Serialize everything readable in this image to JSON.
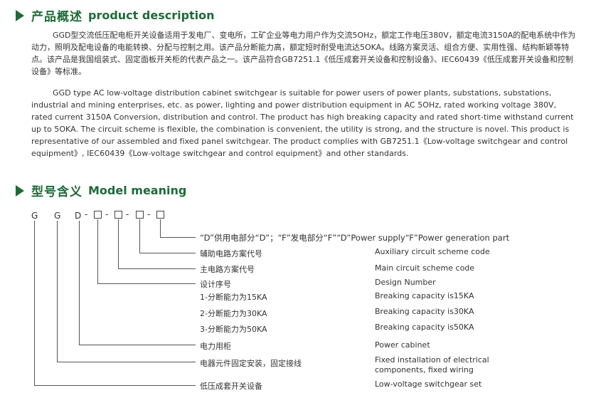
{
  "section1": {
    "title_zh": "产品概述",
    "title_en": "product description",
    "para_zh": "GGD型交流低压配电柜开关设备适用于发电厂、变电所，工矿企业等电力用户作为交流5OHz，额定工作电压380V，额定电流3150A的配电系统中作为动力，照明及配电设备的电能转换、分配与控制之用。该产品分断能力高，额定短时耐受电流达5OKA。线路方案灵活、组合方便、实用性强、结构新颖等特点。该产品是我国组装式、固定面板开关柜的代表产品之一。该产品符合GB7251.1《低压成套开关设备和控制设备》、IEC60439《低压成套开关设备和控制设备》等标准。",
    "para_en": "GGD type AC low-voltage distribution cabinet switchgear is suitable for power users of power plants, substations, substations, industrial and mining enterprises, etc. as power, lighting and power distribution equipment in AC 5OHz, rated working voltage 380V, rated current 3150A Conversion, distribution and control. The product has high breaking capacity and rated short-time withstand current up to 5OKA. The circuit scheme is flexible, the combination is convenient, the utility is strong, and the structure is novel. This product is representative of our assembled and fixed panel switchgear. The product complies with GB7251.1《Low-voltage switchgear and control equipment》, IEC60439《Low-voltage switchgear and control equipment》and other standards."
  },
  "section2": {
    "title_zh": "型号含义",
    "title_en": "Model meaning",
    "code": {
      "g1": "G",
      "g2": "G",
      "d": "D",
      "dash": "-"
    },
    "supply_line": "“D”供用电部分“D”；“F”发电部分“F”“D”Power supply“F”Power generation part",
    "items": [
      {
        "zh": "辅助电路方案代号",
        "en": "Auxiliary circuit scheme code"
      },
      {
        "zh": "主电路方案代号",
        "en": "Main circuit scheme code"
      },
      {
        "zh": "设计序号",
        "en": "Design Number"
      },
      {
        "zh": "1-分断能力为15KA",
        "en": "Breaking capacity is15KA"
      },
      {
        "zh": "2-分断能力为30KA",
        "en": "Breaking capacity is30KA"
      },
      {
        "zh": "3-分断能力为50KA",
        "en": "Breaking capacity is50KA"
      },
      {
        "zh": "电力用柜",
        "en": "Power cabinet"
      },
      {
        "zh": "电器元件固定安装，固定接线",
        "en": "Fixed installation of electrical",
        "en2": "components, fixed wiring"
      },
      {
        "zh": "低压成套开关设备",
        "en": "Low-voltage switchgear set"
      }
    ]
  }
}
